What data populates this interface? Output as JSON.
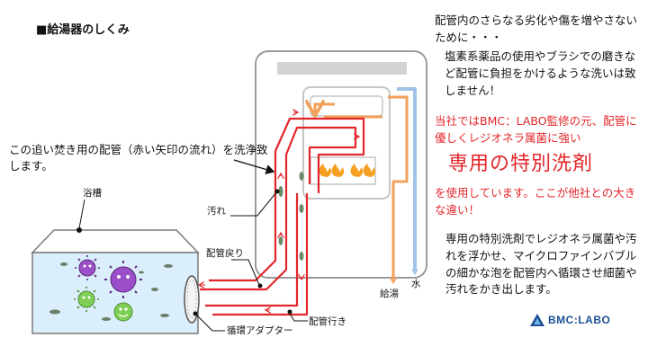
{
  "title": "■給湯器のしくみ",
  "notes": {
    "line1": "配管内のさらなる劣化や傷を増やさないために・・・",
    "line2": "塩素系薬品の使用やブラシでの磨きなど配管に負担をかけるような洗いは致しません！"
  },
  "highlight": {
    "intro": "当社ではBMC：LABO監修の元、配管に優しくレジオネラ属菌に強い",
    "headline": "専用の特別洗剤",
    "outro": "を使用しています。ここが他社との大きな違い！"
  },
  "description": "専用の特別洗剤でレジオネラ属菌や汚れを浮かせ、マイクロファインバブルの細かな泡を配管内へ循環させ細菌や汚れをかき出します。",
  "callout": "この追い焚き用の配管（赤い矢印の流れ）を洗浄致します。",
  "labels": {
    "bathtub": "浴槽",
    "dirt": "汚れ",
    "return_pipe": "配管戻り",
    "supply_pipe": "配管行き",
    "adapter": "循環アダプター",
    "hot_water": "給湯",
    "water": "水"
  },
  "logo": {
    "text": "BMC:LABO",
    "icon": "bmc-logo-icon"
  },
  "colors": {
    "red": "#e3262b",
    "orange": "#f2a05a",
    "blue": "#9fc3e8",
    "germ_purple": "#9a4fc8",
    "germ_green": "#7fce55",
    "logo_blue": "#1d4f95"
  }
}
